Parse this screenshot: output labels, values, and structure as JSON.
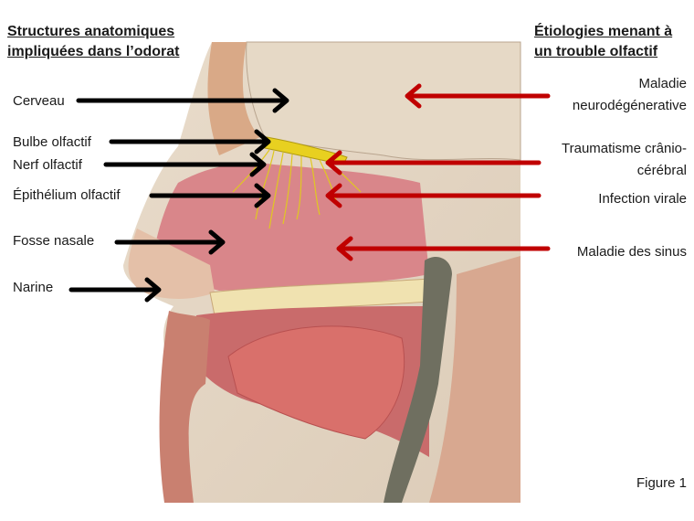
{
  "left_heading": [
    "Structures anatomiques",
    "impliquées dans l’odorat"
  ],
  "right_heading": [
    "Étiologies menant à",
    "un trouble olfactif"
  ],
  "structures": [
    "Cerveau",
    "Bulbe olfactif",
    "Nerf olfactif",
    "Épithélium olfactif",
    "Fosse nasale",
    "Narine"
  ],
  "etiologies": [
    [
      "Maladie",
      "neurodégénerative"
    ],
    [
      "Traumatisme crânio-",
      "cérébral"
    ],
    [
      "Infection virale"
    ],
    [
      "Maladie des sinus"
    ]
  ],
  "figure_label": "Figure 1",
  "colors": {
    "structure_arrow": "#000000",
    "etiology_arrow": "#c00000",
    "olfactory_nerve": "#e8d020"
  }
}
